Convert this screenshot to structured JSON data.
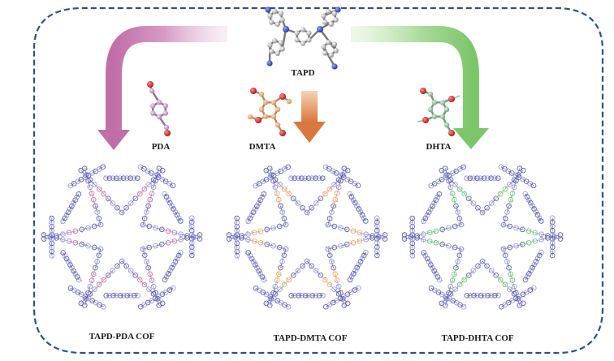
{
  "labels": {
    "center_monomer": "TAPD",
    "linker_left": "PDA",
    "linker_middle": "DMTA",
    "linker_right": "DHTA",
    "cof_left": "TAPD-PDA COF",
    "cof_middle": "TAPD-DMTA COF",
    "cof_right": "TAPD-DHTA COF"
  },
  "colors": {
    "frame_dash": "#2f4f8f",
    "framework_blue": "#4a4a9c",
    "pda_linker": "#c0679e",
    "dmta_linker": "#f0a04b",
    "dhta_linker": "#5fbf5f",
    "arrow_left": "#c878b4",
    "arrow_middle": "#d98b4e",
    "arrow_right": "#8ccf7a"
  }
}
